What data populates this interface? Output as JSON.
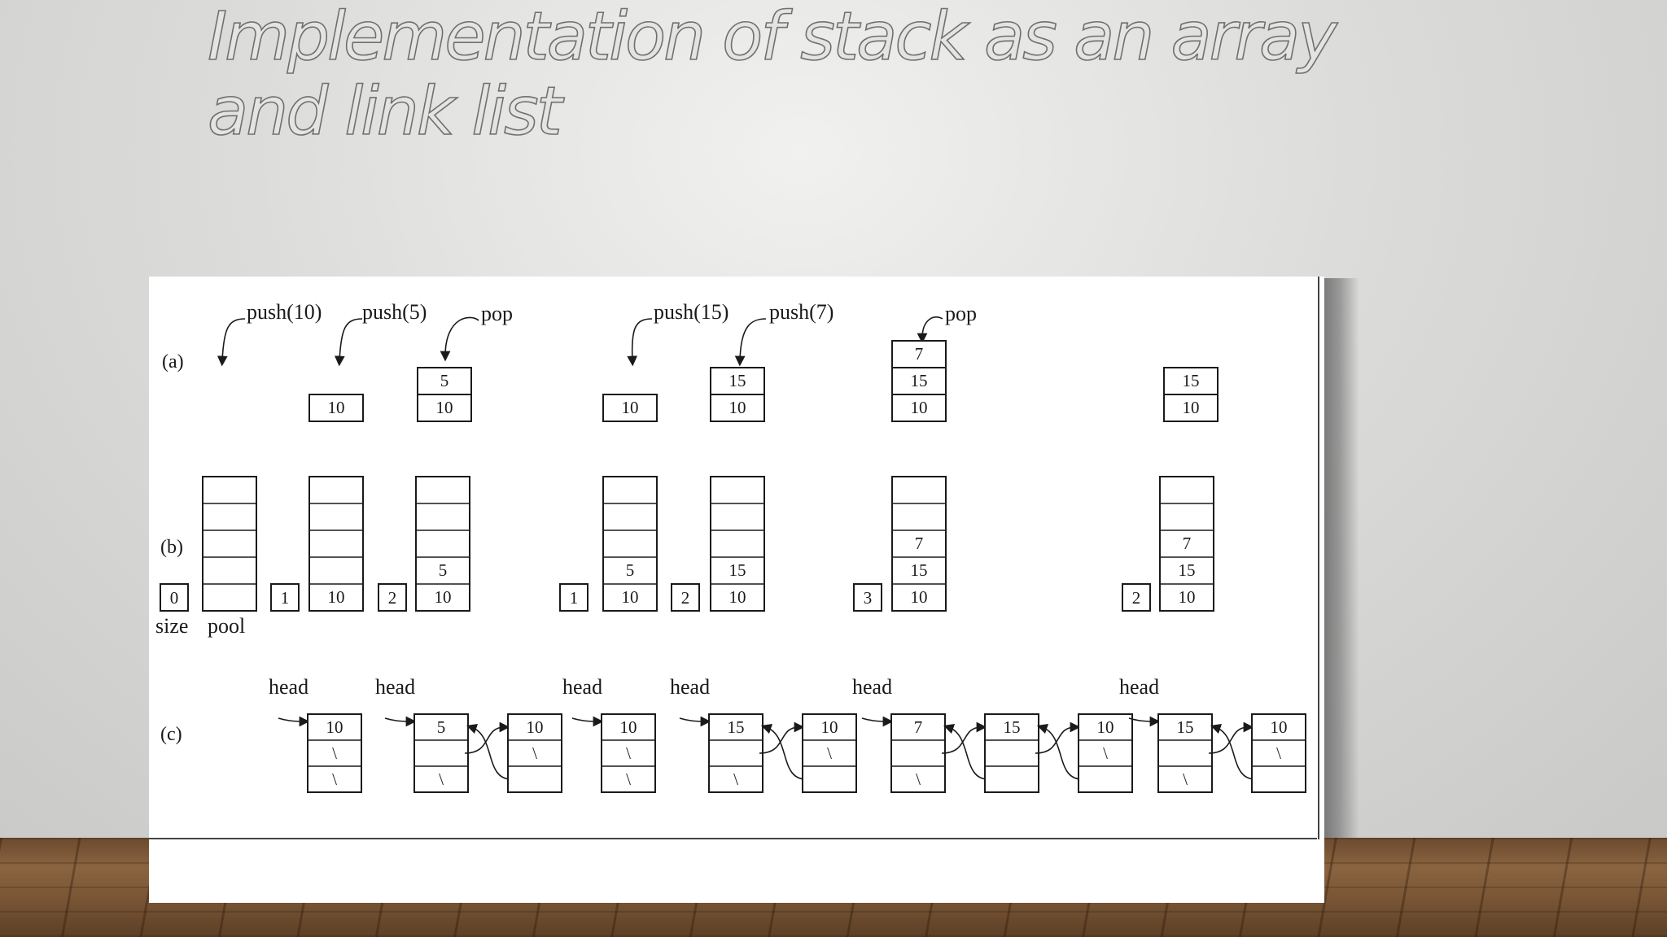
{
  "slide": {
    "title": "Implementation of stack as an array and link list"
  },
  "figure": {
    "row_labels": {
      "a": "(a)",
      "b": "(b)",
      "c": "(c)"
    },
    "operations": [
      "push(10)",
      "push(5)",
      "pop",
      "push(15)",
      "push(7)",
      "pop"
    ],
    "array_labels": {
      "size": "size",
      "pool": "pool"
    },
    "pointer_label": "head",
    "null_marker": "\\",
    "states": [
      {
        "stack": [],
        "size": "0"
      },
      {
        "stack": [
          "10"
        ],
        "size": "1"
      },
      {
        "stack": [
          "10",
          "5"
        ],
        "size": "2"
      },
      {
        "stack": [
          "10"
        ],
        "size": "1"
      },
      {
        "stack": [
          "10",
          "15"
        ],
        "size": "2"
      },
      {
        "stack": [
          "10",
          "15",
          "7"
        ],
        "size": "3"
      },
      {
        "stack": [
          "10",
          "15"
        ],
        "size": "2"
      }
    ]
  }
}
